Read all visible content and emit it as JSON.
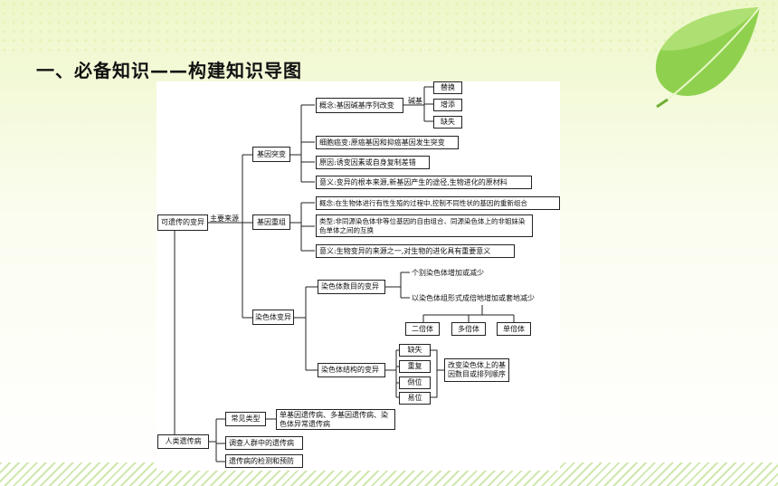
{
  "slide": {
    "heading": "一、必备知识——构建知识导图",
    "accent_green": "#7cc242",
    "leaf_icon": "green-leaf-icon"
  },
  "mindmap": {
    "root": "可遗传的变异",
    "main_source_label": "主要来源",
    "gene_mutation": {
      "label": "基因突变",
      "concept": "概念:基因碱基序列改变",
      "base_label": "碱基",
      "base_items": [
        "替换",
        "增添",
        "缺失"
      ],
      "cell_cancer": "细胞癌变:原癌基因和抑癌基因发生突变",
      "cause": "原因:诱变因素或自身复制差错",
      "meaning": "意义:变异的根本来源,新基因产生的途径,生物进化的原材料"
    },
    "gene_recombination": {
      "label": "基因重组",
      "concept": "概念:在生物体进行有性生殖的过程中,控制不同性状的基因的重新组合",
      "types": "类型:非同源染色体非等位基因的自由组合、同源染色体上的非姐妹染色单体之间的互换",
      "meaning": "意义:生物变异的来源之一,对生物的进化具有重要意义"
    },
    "chromosome_variation": {
      "label": "染色体变异",
      "number_change": "染色体数目的变异",
      "number_items": [
        "个别染色体增加或减少",
        "以染色体组形式成倍地增加或套地减少"
      ],
      "ploidy": [
        "二倍体",
        "多倍体",
        "单倍体"
      ],
      "structure_change": "染色体结构的变异",
      "structure_items": [
        "缺失",
        "重复",
        "倒位",
        "易位"
      ],
      "structure_effect": "改变染色体上的基因数目或排列顺序"
    },
    "human_disease": {
      "label": "人类遗传病",
      "common_types": "常见类型",
      "common_types_detail": "单基因遗传病、多基因遗传病、染色体异常遗传病",
      "survey": "调查人群中的遗传病",
      "prevention": "遗传病的检测和预防"
    }
  }
}
